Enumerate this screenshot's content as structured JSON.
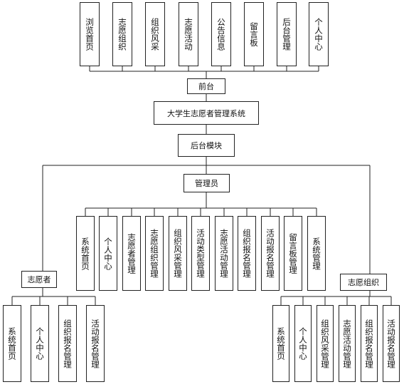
{
  "diagram": {
    "frontend_modules": [
      "浏览首页",
      "志愿组织",
      "组织风采",
      "志愿活动",
      "公告信息",
      "留言板",
      "后台管理",
      "个人中心"
    ],
    "frontend": "前台",
    "system": "大学生志愿者管理系统",
    "backend": "后台模块",
    "admin": "管理员",
    "admin_modules": [
      "系统首页",
      "个人中心",
      "志愿者管理",
      "志愿组织管理",
      "组织风采管理",
      "活动类型管理",
      "志愿活动管理",
      "组织报名管理",
      "活动报名管理",
      "留言板管理",
      "系统管理"
    ],
    "volunteer": "志愿者",
    "volunteer_modules": [
      "系统首页",
      "个人中心",
      "组织报名管理",
      "活动报名管理"
    ],
    "organization": "志愿组织",
    "organization_modules": [
      "系统首页",
      "个人中心",
      "组织风采管理",
      "志愿活动管理",
      "组织报名管理",
      "活动报名管理"
    ]
  }
}
